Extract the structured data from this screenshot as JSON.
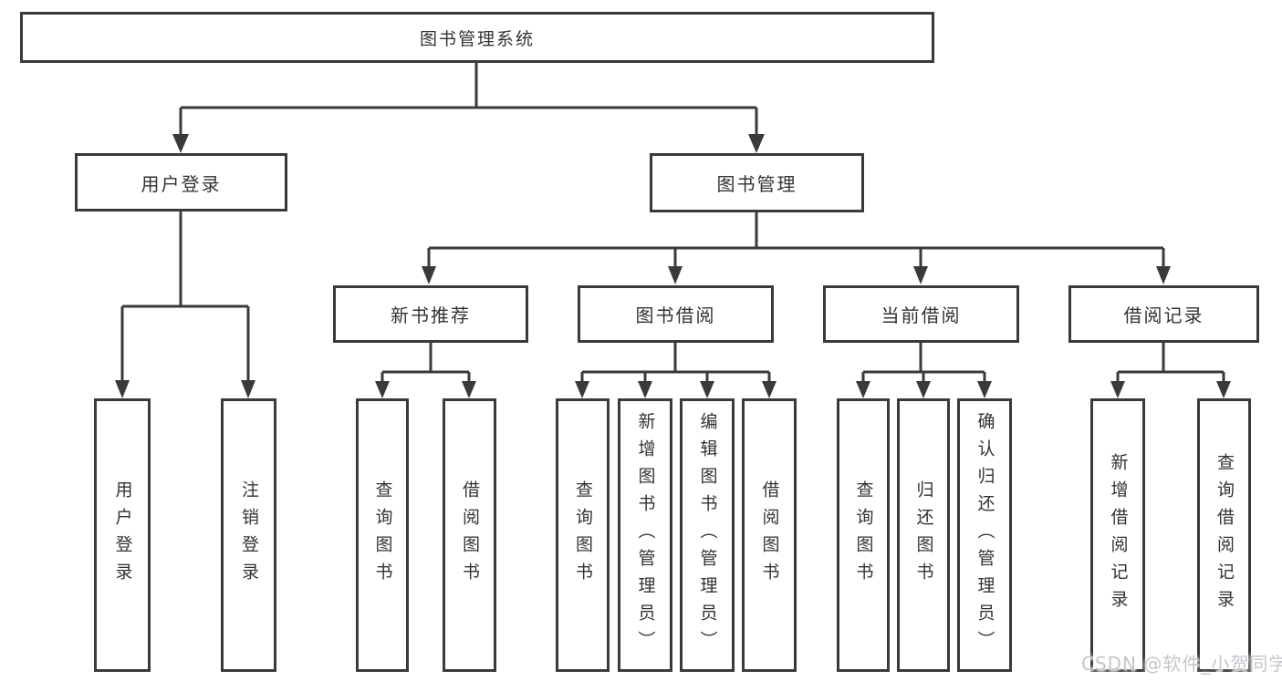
{
  "tree": {
    "root": "图书管理系统",
    "branches": [
      {
        "label": "用户登录",
        "leaves": [
          "用户登录",
          "注销登录"
        ]
      },
      {
        "label": "图书管理",
        "groups": [
          {
            "label": "新书推荐",
            "leaves": [
              "查询图书",
              "借阅图书"
            ]
          },
          {
            "label": "图书借阅",
            "leaves": [
              "查询图书",
              "新增图书（管理员）",
              "编辑图书（管理员）",
              "借阅图书"
            ]
          },
          {
            "label": "当前借阅",
            "leaves": [
              "查询图书",
              "归还图书",
              "确认归还（管理员）"
            ]
          },
          {
            "label": "借阅记录",
            "leaves": [
              "新增借阅记录",
              "查询借阅记录"
            ]
          }
        ]
      }
    ]
  },
  "watermark": {
    "text": "CSDN @软件_小贺同学"
  },
  "colors": {
    "line": "#3a3a3a",
    "border": "#3a3a3a",
    "text": "#333333",
    "background": "#ffffff",
    "watermark": "#c2c6cb"
  }
}
